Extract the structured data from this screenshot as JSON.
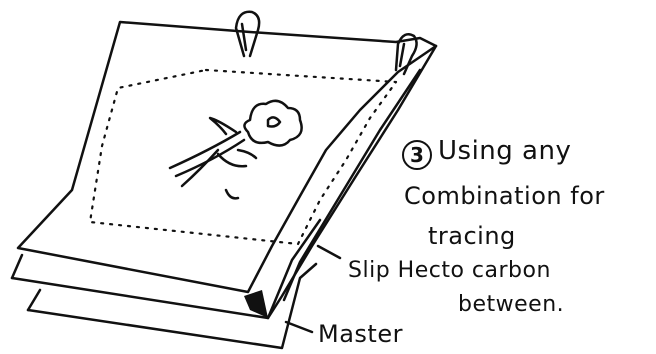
{
  "step": {
    "number": "3",
    "lines": [
      "Using any",
      "Combination for",
      "tracing"
    ]
  },
  "labels": {
    "slip_line1": "Slip Hecto carbon",
    "slip_line2": "between.",
    "master": "Master"
  },
  "colors": {
    "ink": "#111111",
    "paper": "#ffffff"
  }
}
